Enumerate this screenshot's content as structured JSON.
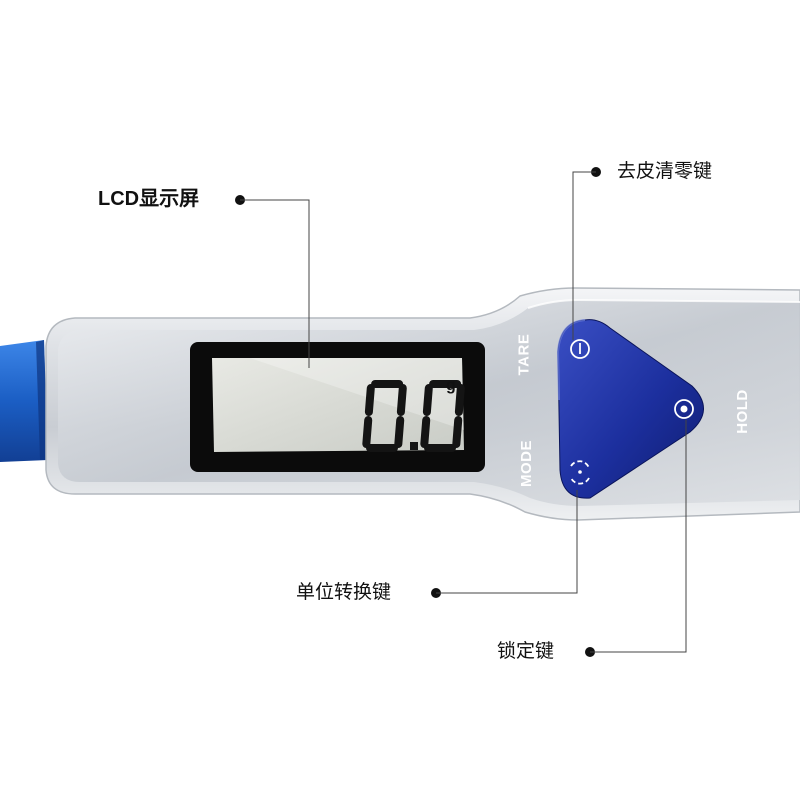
{
  "callouts": {
    "lcd": "LCD显示屏",
    "tare": "去皮清零键",
    "mode": "单位转换键",
    "hold": "锁定键"
  },
  "buttons": {
    "tare": "TARE",
    "mode": "MODE",
    "hold": "HOLD"
  },
  "display": {
    "reading": "0.0",
    "unit": "g"
  },
  "colors": {
    "button_blue": "#1c2f9e",
    "body_silver": "#d9dde2",
    "handle_blue": "#1f63c9",
    "lcd_screen": "#dadcd6"
  },
  "icons": {
    "tare": "power-icon",
    "mode": "mode-cycle-icon",
    "hold": "target-dot-icon"
  }
}
